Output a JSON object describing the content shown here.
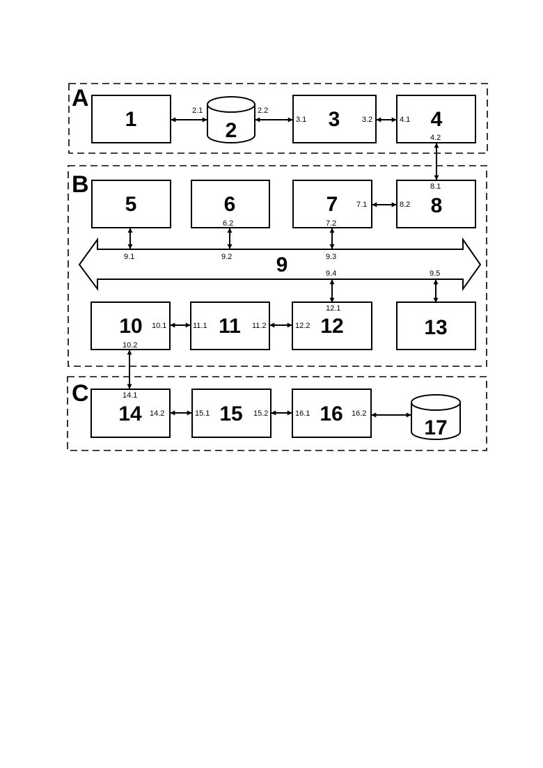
{
  "sections": {
    "a": "A",
    "b": "B",
    "c": "C"
  },
  "blocks": {
    "b1": "1",
    "b2": "2",
    "b3": "3",
    "b4": "4",
    "b5": "5",
    "b6": "6",
    "b7": "7",
    "b8": "8",
    "b9": "9",
    "b10": "10",
    "b11": "11",
    "b12": "12",
    "b13": "13",
    "b14": "14",
    "b15": "15",
    "b16": "16",
    "b17": "17"
  },
  "ports": {
    "p2_1": "2.1",
    "p2_2": "2.2",
    "p3_1": "3.1",
    "p3_2": "3.2",
    "p4_1": "4.1",
    "p4_2": "4.2",
    "p6_2": "6.2",
    "p7_1": "7.1",
    "p7_2": "7.2",
    "p8_1": "8.1",
    "p8_2": "8.2",
    "p9_1": "9.1",
    "p9_2": "9.2",
    "p9_3": "9.3",
    "p9_4": "9.4",
    "p9_5": "9.5",
    "p10_1": "10.1",
    "p10_2": "10.2",
    "p11_1": "11.1",
    "p11_2": "11.2",
    "p12_1": "12.1",
    "p12_2": "12.2",
    "p14_1": "14.1",
    "p14_2": "14.2",
    "p15_1": "15.1",
    "p15_2": "15.2",
    "p16_1": "16.1",
    "p16_2": "16.2"
  }
}
